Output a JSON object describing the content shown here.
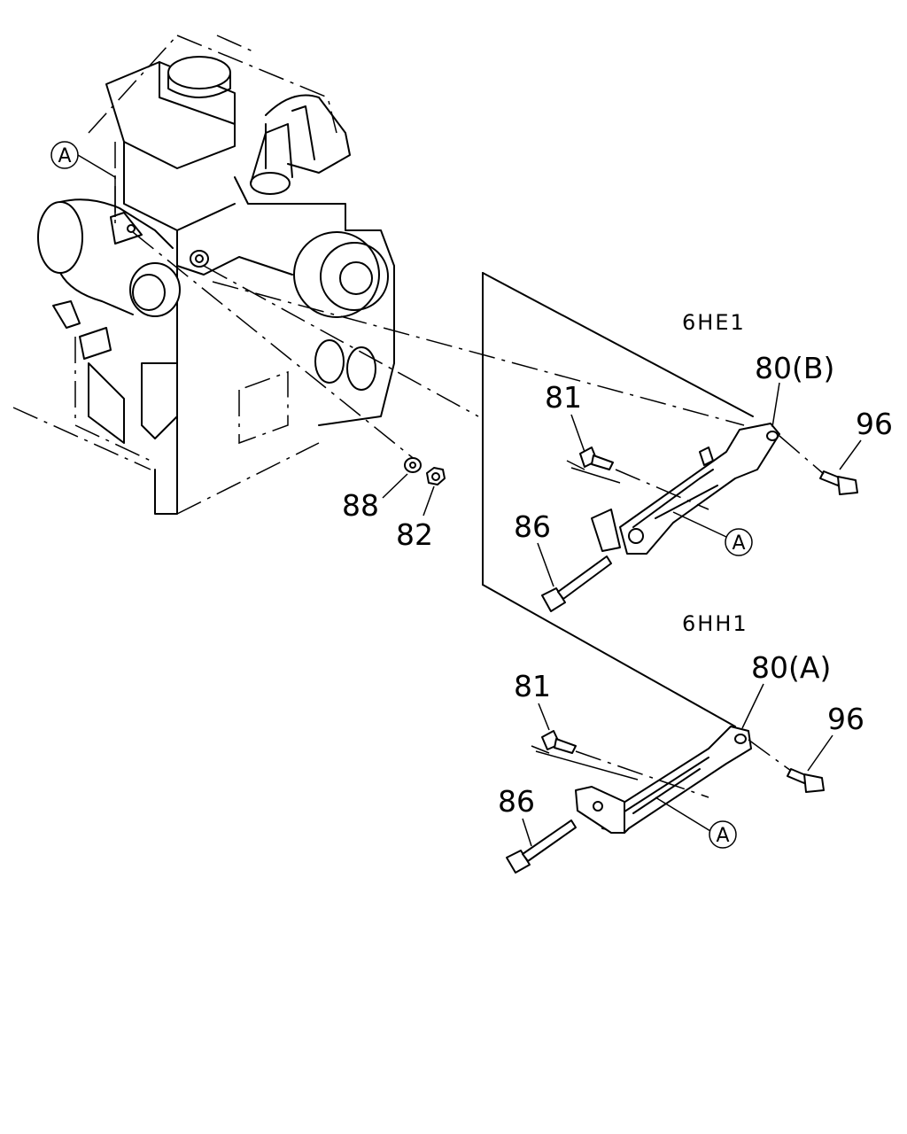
{
  "variants": {
    "upper": "6HE1",
    "lower": "6HH1"
  },
  "callout": "A",
  "labels": {
    "upper_bracket": "80(B)",
    "lower_bracket": "80(A)",
    "upper_bolt_81": "81",
    "lower_bolt_81": "81",
    "upper_bolt_86": "86",
    "lower_bolt_86": "86",
    "upper_bolt_96": "96",
    "lower_bolt_96": "96",
    "washer_88": "88",
    "nut_82": "82"
  }
}
